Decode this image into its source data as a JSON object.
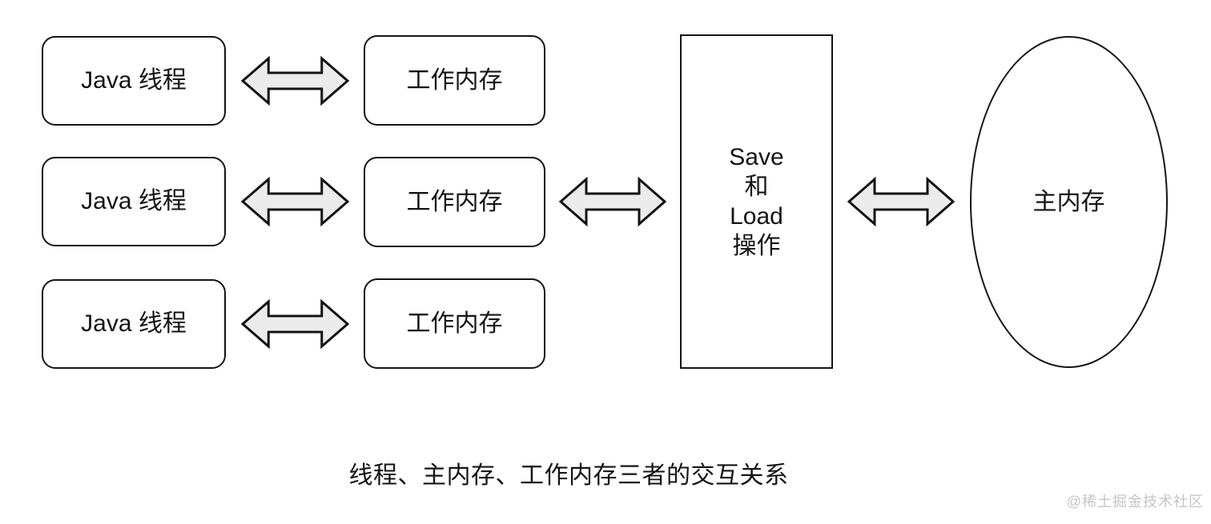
{
  "colors": {
    "line": "#141414",
    "arrow_fill": "#ebebeb",
    "background": "#ffffff",
    "watermark_color": "#c5c5c5"
  },
  "diagram": {
    "threads": [
      {
        "label": "Java 线程"
      },
      {
        "label": "Java 线程"
      },
      {
        "label": "Java 线程"
      }
    ],
    "working_memories": [
      {
        "label": "工作内存"
      },
      {
        "label": "工作内存"
      },
      {
        "label": "工作内存"
      }
    ],
    "save_load_box": {
      "lines": [
        "Save",
        "和",
        "Load",
        "操作"
      ]
    },
    "main_memory": {
      "label": "主内存"
    },
    "caption": "线程、主内存、工作内存三者的交互关系",
    "watermark": "@稀土掘金技术社区"
  }
}
